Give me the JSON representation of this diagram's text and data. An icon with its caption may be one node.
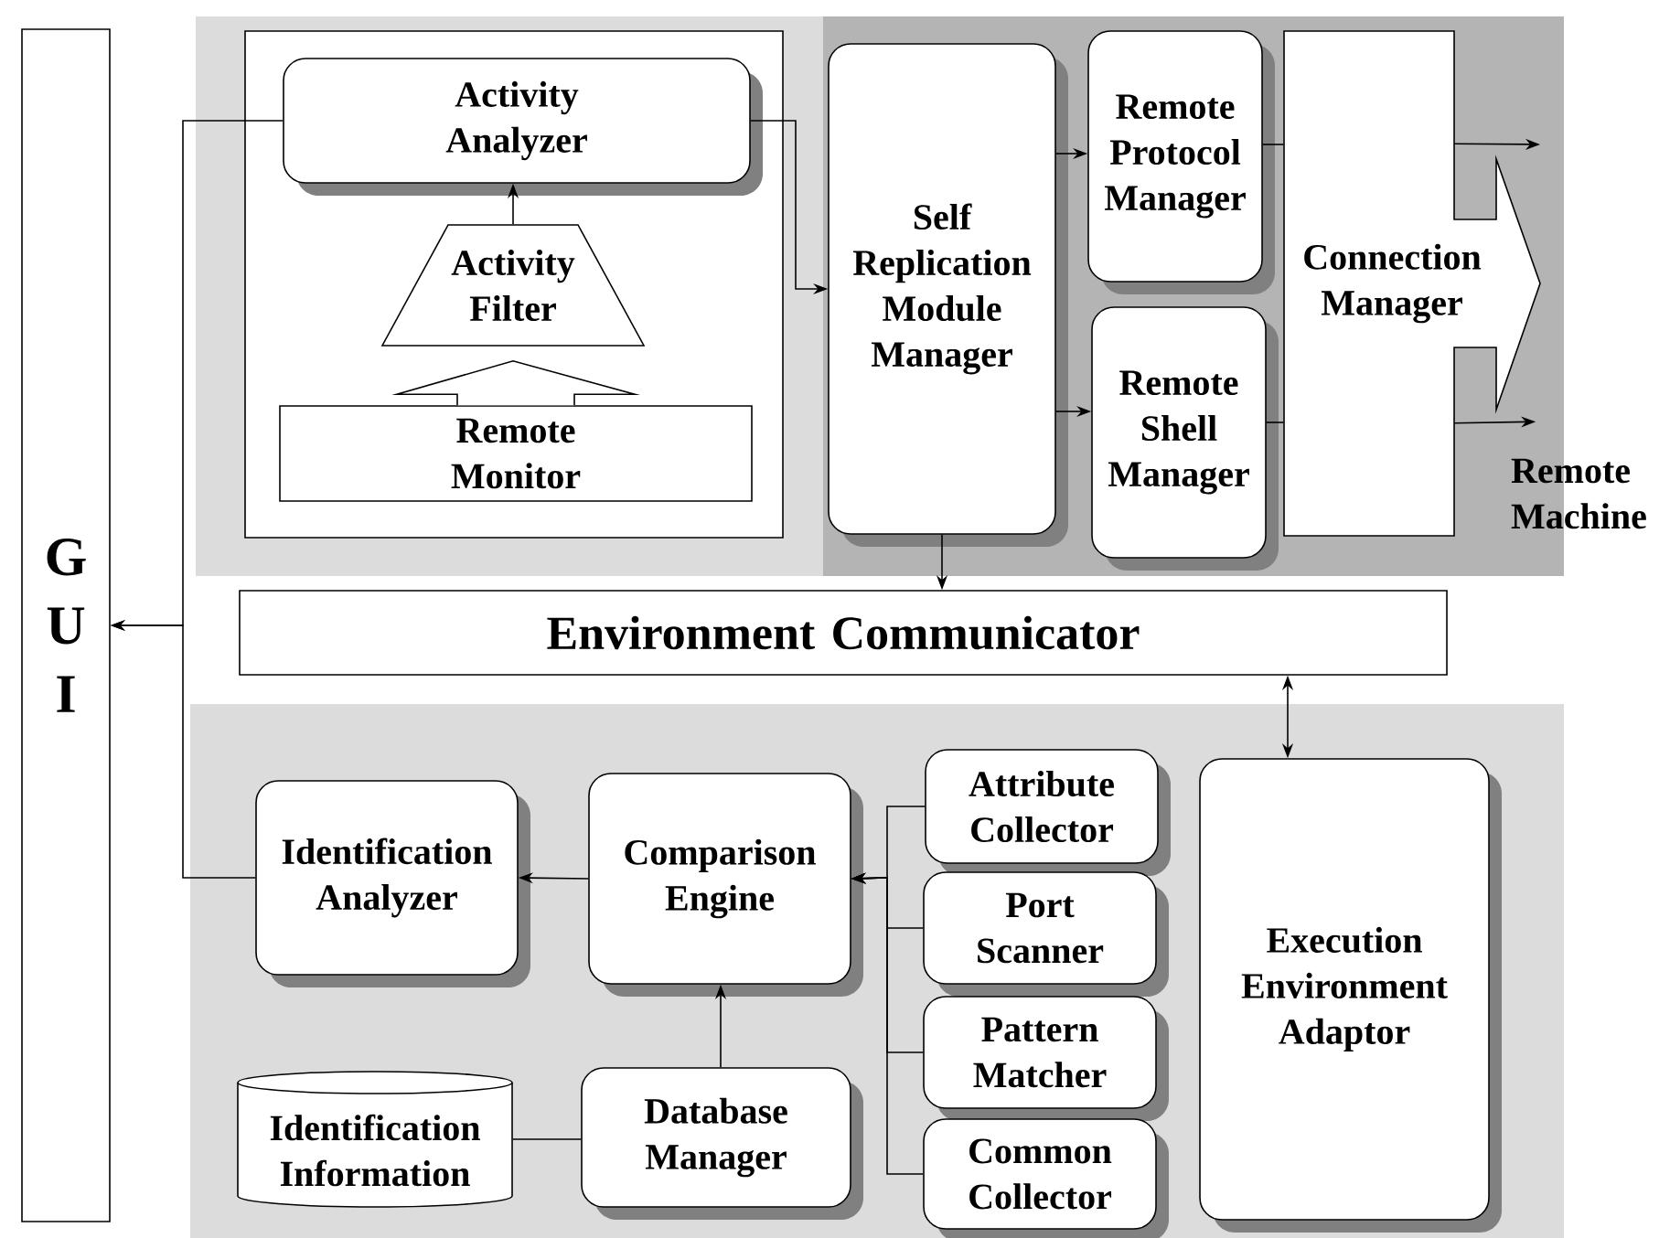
{
  "diagram": {
    "nodes": [
      {
        "text": [
          "G U I"
        ]
      },
      {
        "text": [],
        "shape": "box"
      },
      {
        "text": [
          "Activity Analyzer"
        ],
        "in": 1
      },
      {
        "text": [
          "Activity Filter"
        ],
        "in": 1
      },
      {
        "text": [
          "Remote Monitor"
        ],
        "in": 1
      },
      {
        "text": [
          "Self Replication Module Manager"
        ]
      },
      {
        "text": [
          "Remote Protocol Manager"
        ]
      },
      {
        "text": [
          "Remote Shell Manager"
        ]
      },
      {
        "text": [
          "Connection Manager"
        ]
      },
      {
        "text": [
          "Environment Communicator"
        ]
      },
      {
        "text": [
          "Identification Analyzer"
        ]
      },
      {
        "text": [
          "Comparison Engine"
        ]
      },
      {
        "text": [
          "Attribute Collector"
        ]
      },
      {
        "text": [
          "Port Scanner"
        ]
      },
      {
        "text": [
          "Pattern Matcher"
        ]
      },
      {
        "text": [
          "Common Collector"
        ]
      },
      {
        "text": [
          "Execution Environment Adaptor"
        ]
      },
      {
        "text": [
          "Identification Information"
        ]
      },
      {
        "text": [
          "Database Manager"
        ]
      },
      {
        "text": [
          "Remote Machine"
        ]
      }
    ],
    "edges": [
      {
        "from": 2,
        "to": 0,
        "arrow": "to"
      },
      {
        "from": 3,
        "to": 2,
        "arrow": "to"
      },
      {
        "from": 4,
        "to": 3,
        "arrow": "to"
      },
      {
        "from": 2,
        "to": 5,
        "arrow": "to"
      },
      {
        "from": 5,
        "to": 6,
        "arrow": "to"
      },
      {
        "from": 5,
        "to": 7,
        "arrow": "to"
      },
      {
        "from": 6,
        "to": 8,
        "arrow": "none"
      },
      {
        "from": 7,
        "to": 8,
        "arrow": "none"
      },
      {
        "from": 8,
        "to": null,
        "arrow": "to"
      },
      {
        "from": 8,
        "to": 19,
        "arrow": "to"
      },
      {
        "from": 5,
        "to": 9,
        "arrow": "to"
      },
      {
        "from": 9,
        "to": 16,
        "arrow": "both"
      },
      {
        "from": 11,
        "to": 10,
        "arrow": "to"
      },
      {
        "from": 12,
        "to": 11,
        "arrow": "to"
      },
      {
        "from": 13,
        "to": 11,
        "arrow": "to"
      },
      {
        "from": 14,
        "to": 11,
        "arrow": "to"
      },
      {
        "from": 15,
        "to": 11,
        "arrow": "to"
      },
      {
        "from": 18,
        "to": 11,
        "arrow": "to"
      },
      {
        "from": 17,
        "to": 18,
        "arrow": "none"
      },
      {
        "from": 10,
        "to": 0,
        "arrow": "to"
      }
    ]
  }
}
